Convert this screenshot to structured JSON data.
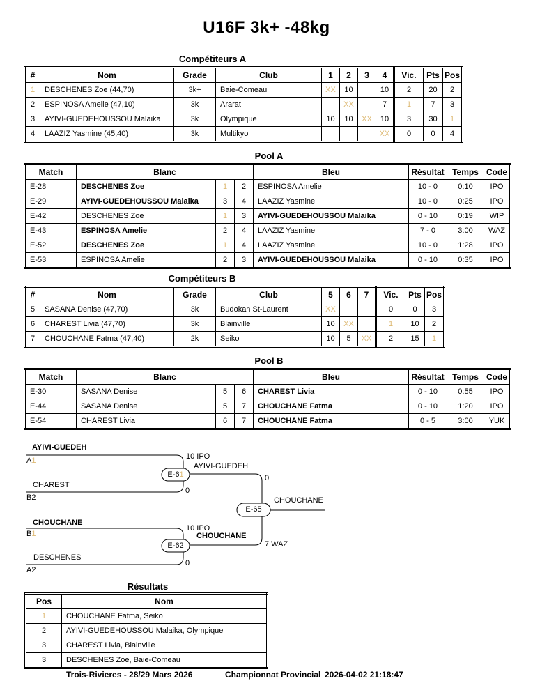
{
  "page_title": "U16F 3k+ -48kg",
  "colors": {
    "gold": "#deba74"
  },
  "tables": {
    "comp_a": {
      "title": "Compétiteurs A",
      "headers": [
        "#",
        "Nom",
        "Grade",
        "Club",
        "1",
        "2",
        "3",
        "4",
        "Vic.",
        "Pts",
        "Pos"
      ],
      "rows": [
        [
          {
            "t": "1",
            "gold": true
          },
          {
            "t": "DESCHENES Zoe (44,70)",
            "left": true
          },
          "3k+",
          {
            "t": "Baie-Comeau",
            "left": true
          },
          {
            "t": "XX",
            "gold": true
          },
          "10",
          "",
          "10",
          "2",
          "20",
          "2"
        ],
        [
          "2",
          {
            "t": "ESPINOSA Amelie (47,10)",
            "left": true
          },
          "3k",
          {
            "t": "Ararat",
            "left": true
          },
          "",
          {
            "t": "XX",
            "gold": true
          },
          "",
          "7",
          {
            "t": "1",
            "gold": true
          },
          "7",
          "3"
        ],
        [
          "3",
          {
            "t": "AYIVI-GUEDEHOUSSOU Malaika",
            "left": true
          },
          "3k",
          {
            "t": "Olympique",
            "left": true
          },
          "10",
          "10",
          {
            "t": "XX",
            "gold": true
          },
          "10",
          "3",
          "30",
          {
            "t": "1",
            "gold": true
          }
        ],
        [
          "4",
          {
            "t": "LAAZIZ Yasmine (45,40)",
            "left": true
          },
          "3k",
          {
            "t": "Multikyo",
            "left": true
          },
          "",
          "",
          "",
          {
            "t": "XX",
            "gold": true
          },
          "0",
          "0",
          "4"
        ]
      ]
    },
    "pool_a": {
      "title": "Pool A",
      "headers": [
        "Match",
        {
          "t": "Blanc",
          "span": 3
        },
        "Bleu",
        "Résultat",
        "Temps",
        "Code"
      ],
      "rows": [
        [
          {
            "t": "E-28",
            "left": true
          },
          {
            "t": "DESCHENES Zoe",
            "left": true,
            "bold": true
          },
          {
            "t": "1",
            "gold": true
          },
          "2",
          {
            "t": "ESPINOSA Amelie",
            "left": true
          },
          "10 - 0",
          "0:10",
          "IPO"
        ],
        [
          {
            "t": "E-29",
            "left": true
          },
          {
            "t": "AYIVI-GUEDEHOUSSOU Malaika",
            "left": true,
            "bold": true
          },
          "3",
          "4",
          {
            "t": "LAAZIZ Yasmine",
            "left": true
          },
          "10 - 0",
          "0:25",
          "IPO"
        ],
        [
          {
            "t": "E-42",
            "left": true
          },
          {
            "t": "DESCHENES Zoe",
            "left": true
          },
          {
            "t": "1",
            "gold": true
          },
          "3",
          {
            "t": "AYIVI-GUEDEHOUSSOU Malaika",
            "left": true,
            "bold": true
          },
          "0 - 10",
          "0:19",
          "WIP"
        ],
        [
          {
            "t": "E-43",
            "left": true
          },
          {
            "t": "ESPINOSA Amelie",
            "left": true,
            "bold": true
          },
          "2",
          "4",
          {
            "t": "LAAZIZ Yasmine",
            "left": true
          },
          "7 - 0",
          "3:00",
          "WAZ"
        ],
        [
          {
            "t": "E-52",
            "left": true
          },
          {
            "t": "DESCHENES Zoe",
            "left": true,
            "bold": true
          },
          {
            "t": "1",
            "gold": true
          },
          "4",
          {
            "t": "LAAZIZ Yasmine",
            "left": true
          },
          "10 - 0",
          "1:28",
          "IPO"
        ],
        [
          {
            "t": "E-53",
            "left": true
          },
          {
            "t": "ESPINOSA Amelie",
            "left": true
          },
          "2",
          "3",
          {
            "t": "AYIVI-GUEDEHOUSSOU Malaika",
            "left": true,
            "bold": true
          },
          "0 - 10",
          "0:35",
          "IPO"
        ]
      ]
    },
    "comp_b": {
      "title": "Compétiteurs B",
      "headers": [
        "#",
        "Nom",
        "Grade",
        "Club",
        "5",
        "6",
        "7",
        "Vic.",
        "Pts",
        "Pos"
      ],
      "rows": [
        [
          "5",
          {
            "t": "SASANA Denise (47,70)",
            "left": true
          },
          "3k",
          {
            "t": "Budokan St-Laurent",
            "left": true
          },
          {
            "t": "XX",
            "gold": true
          },
          "",
          "",
          "0",
          "0",
          "3"
        ],
        [
          "6",
          {
            "t": "CHAREST Livia (47,70)",
            "left": true
          },
          "3k",
          {
            "t": "Blainville",
            "left": true
          },
          "10",
          {
            "t": "XX",
            "gold": true
          },
          "",
          {
            "t": "1",
            "gold": true
          },
          "10",
          "2"
        ],
        [
          "7",
          {
            "t": "CHOUCHANE Fatma (47,40)",
            "left": true
          },
          "2k",
          {
            "t": "Seiko",
            "left": true
          },
          "10",
          "5",
          {
            "t": "XX",
            "gold": true
          },
          "2",
          "15",
          {
            "t": "1",
            "gold": true
          }
        ]
      ]
    },
    "pool_b": {
      "title": "Pool B",
      "headers": [
        "Match",
        {
          "t": "Blanc",
          "span": 3
        },
        "Bleu",
        "Résultat",
        "Temps",
        "Code"
      ],
      "rows": [
        [
          {
            "t": "E-30",
            "left": true
          },
          {
            "t": "SASANA Denise",
            "left": true
          },
          "5",
          "6",
          {
            "t": "CHAREST Livia",
            "left": true,
            "bold": true
          },
          "0 - 10",
          "0:55",
          "IPO"
        ],
        [
          {
            "t": "E-44",
            "left": true
          },
          {
            "t": "SASANA Denise",
            "left": true
          },
          "5",
          "7",
          {
            "t": "CHOUCHANE Fatma",
            "left": true,
            "bold": true
          },
          "0 - 10",
          "1:20",
          "IPO"
        ],
        [
          {
            "t": "E-54",
            "left": true
          },
          {
            "t": "CHAREST Livia",
            "left": true
          },
          "6",
          "7",
          {
            "t": "CHOUCHANE Fatma",
            "left": true,
            "bold": true
          },
          "0 - 5",
          "3:00",
          "YUK"
        ]
      ]
    },
    "results": {
      "title": "Résultats",
      "headers": [
        "Pos",
        "Nom"
      ],
      "rows": [
        [
          {
            "t": "1",
            "gold": true
          },
          {
            "t": "CHOUCHANE Fatma, Seiko",
            "left": true
          }
        ],
        [
          "2",
          {
            "t": "AYIVI-GUEDEHOUSSOU Malaika, Olympique",
            "left": true
          }
        ],
        [
          "3",
          {
            "t": "CHAREST Livia, Blainville",
            "left": true
          }
        ],
        [
          "3",
          {
            "t": "DESCHENES Zoe, Baie-Comeau",
            "left": true
          }
        ]
      ]
    }
  },
  "bracket": {
    "entry_a1": {
      "name": "AYIVI-GUEDEH",
      "seed": "A",
      "seed_gold": "1",
      "score": "10 IPO"
    },
    "entry_b2": {
      "name": "CHAREST",
      "seed": "B2",
      "seed_gold": "",
      "score": "0"
    },
    "entry_b1": {
      "name": "CHOUCHANE",
      "seed": "B",
      "seed_gold": "1",
      "score": "10 IPO"
    },
    "entry_a2": {
      "name": "DESCHENES",
      "seed": "A2",
      "seed_gold": "",
      "score": "0"
    },
    "match_e61": {
      "label": "E-6",
      "label_gold": "1",
      "winner": "AYIVI-GUEDEH",
      "winner_score": "0"
    },
    "match_e62": {
      "label": "E-62",
      "label_gold": "",
      "winner": "CHOUCHANE",
      "winner_score": "7 WAZ"
    },
    "match_e65": {
      "label": "E-65",
      "label_gold": "",
      "champion": "CHOUCHANE"
    }
  },
  "footer": {
    "venue_date": "Trois-Rivieres - 28/29 Mars 2026",
    "event": "Championnat Provincial",
    "generated": "2026-04-02 21:18:47"
  }
}
